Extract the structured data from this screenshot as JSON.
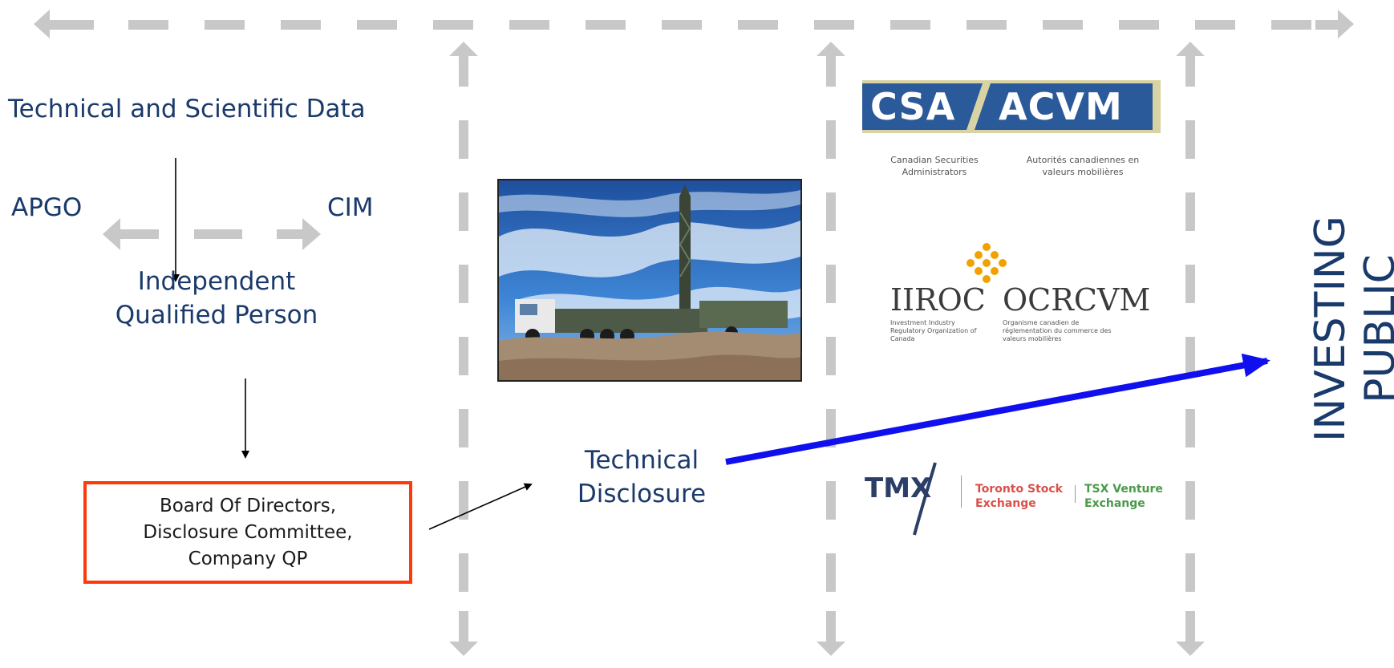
{
  "left_column": {
    "technical_data": "Technical and Scientific Data",
    "apgo": "APGO",
    "cim": "CIM",
    "qualified_person": "Independent Qualified Person",
    "board_lines": [
      "Board Of Directors,",
      "Disclosure Committee,",
      "Company QP"
    ]
  },
  "middle_column": {
    "technical_disclosure": "Technical Disclosure"
  },
  "regulators": {
    "csa": {
      "left_word": "CSA",
      "right_word": "ACVM",
      "left_sub": "Canadian Securities Administrators",
      "right_sub": "Autorités canadiennes en valeurs mobilières"
    },
    "iiroc": {
      "left_word": "IIROC",
      "right_word": "OCRCVM",
      "left_sub": "Investment Industry Regulatory Organization of Canada",
      "right_sub": "Organisme canadien de réglementation du commerce des valeurs mobilières"
    },
    "tmx": {
      "word": "TMX",
      "exchange_1": "Toronto Stock Exchange",
      "exchange_2": "TSX Venture Exchange"
    }
  },
  "right_column": {
    "investing": "INVESTING",
    "public": "PUBLIC"
  },
  "colors": {
    "text_blue": "#1a3a6b",
    "dash_gray": "#c8c8c8",
    "board_border": "#ff3a0a",
    "arrow_blue": "#1010ee",
    "csa_bg": "#d9d3a3",
    "csa_blue": "#2a5a99"
  },
  "icons": [
    "drill-rig-photo",
    "csa-acvm-logo",
    "iiroc-ocrcvm-logo",
    "tmx-logo"
  ]
}
